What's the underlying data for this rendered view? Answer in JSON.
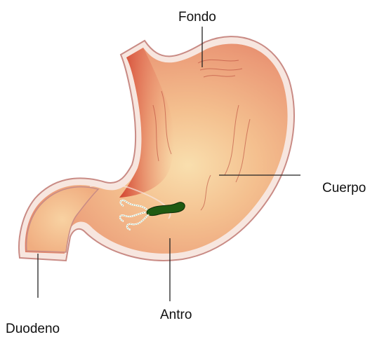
{
  "labels": {
    "fondo": "Fondo",
    "cuerpo": "Cuerpo",
    "antro": "Antro",
    "duodeno": "Duodeno"
  },
  "colors": {
    "stomach_outline": "#c98b85",
    "stomach_inner": "#f1b888",
    "stomach_core": "#f7d2a0",
    "stomach_deep": "#dc5a45",
    "bacterium": "#1f5a12",
    "flagella": "#ffffff",
    "leader_line": "#222222"
  },
  "icons": {
    "bacterium": "helicobacter-pylori-icon"
  }
}
